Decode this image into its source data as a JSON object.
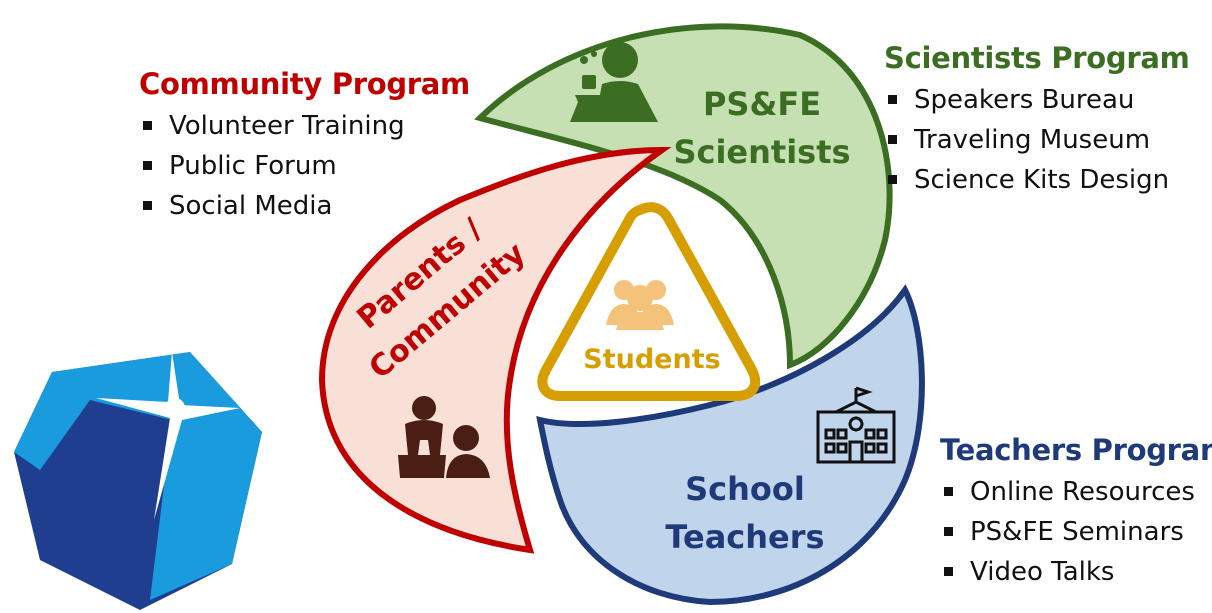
{
  "colors": {
    "community": "#c00000",
    "community_fill": "#f8e0d6",
    "scientists": "#3b6e23",
    "scientists_fill": "#c6e0b4",
    "teachers": "#1f3a78",
    "teachers_fill": "#c0d4ec",
    "students": "#d69e00",
    "logo_dark": "#1f3e8f",
    "logo_light": "#1aa0e3"
  },
  "petals": {
    "parents": {
      "line1": "Parents /",
      "line2": "Community",
      "icon": "family-icon"
    },
    "scientists": {
      "line1": "PS&FE",
      "line2": "Scientists",
      "icon": "scientist-icon"
    },
    "teachers": {
      "line1": "School",
      "line2": "Teachers",
      "icon": "school-building-icon"
    },
    "students": {
      "label": "Students",
      "icon": "group-icon"
    }
  },
  "programs": {
    "community": {
      "title": "Community Program",
      "items": [
        "Volunteer Training",
        "Public Forum",
        "Social Media"
      ]
    },
    "scientists": {
      "title": "Scientists Program",
      "items": [
        "Speakers Bureau",
        "Traveling Museum",
        "Science Kits Design"
      ]
    },
    "teachers": {
      "title": "Teachers Program",
      "items": [
        "Online Resources",
        "PS&FE Seminars",
        "Video Talks"
      ]
    }
  },
  "logo": {
    "icon": "star-burst-logo"
  }
}
